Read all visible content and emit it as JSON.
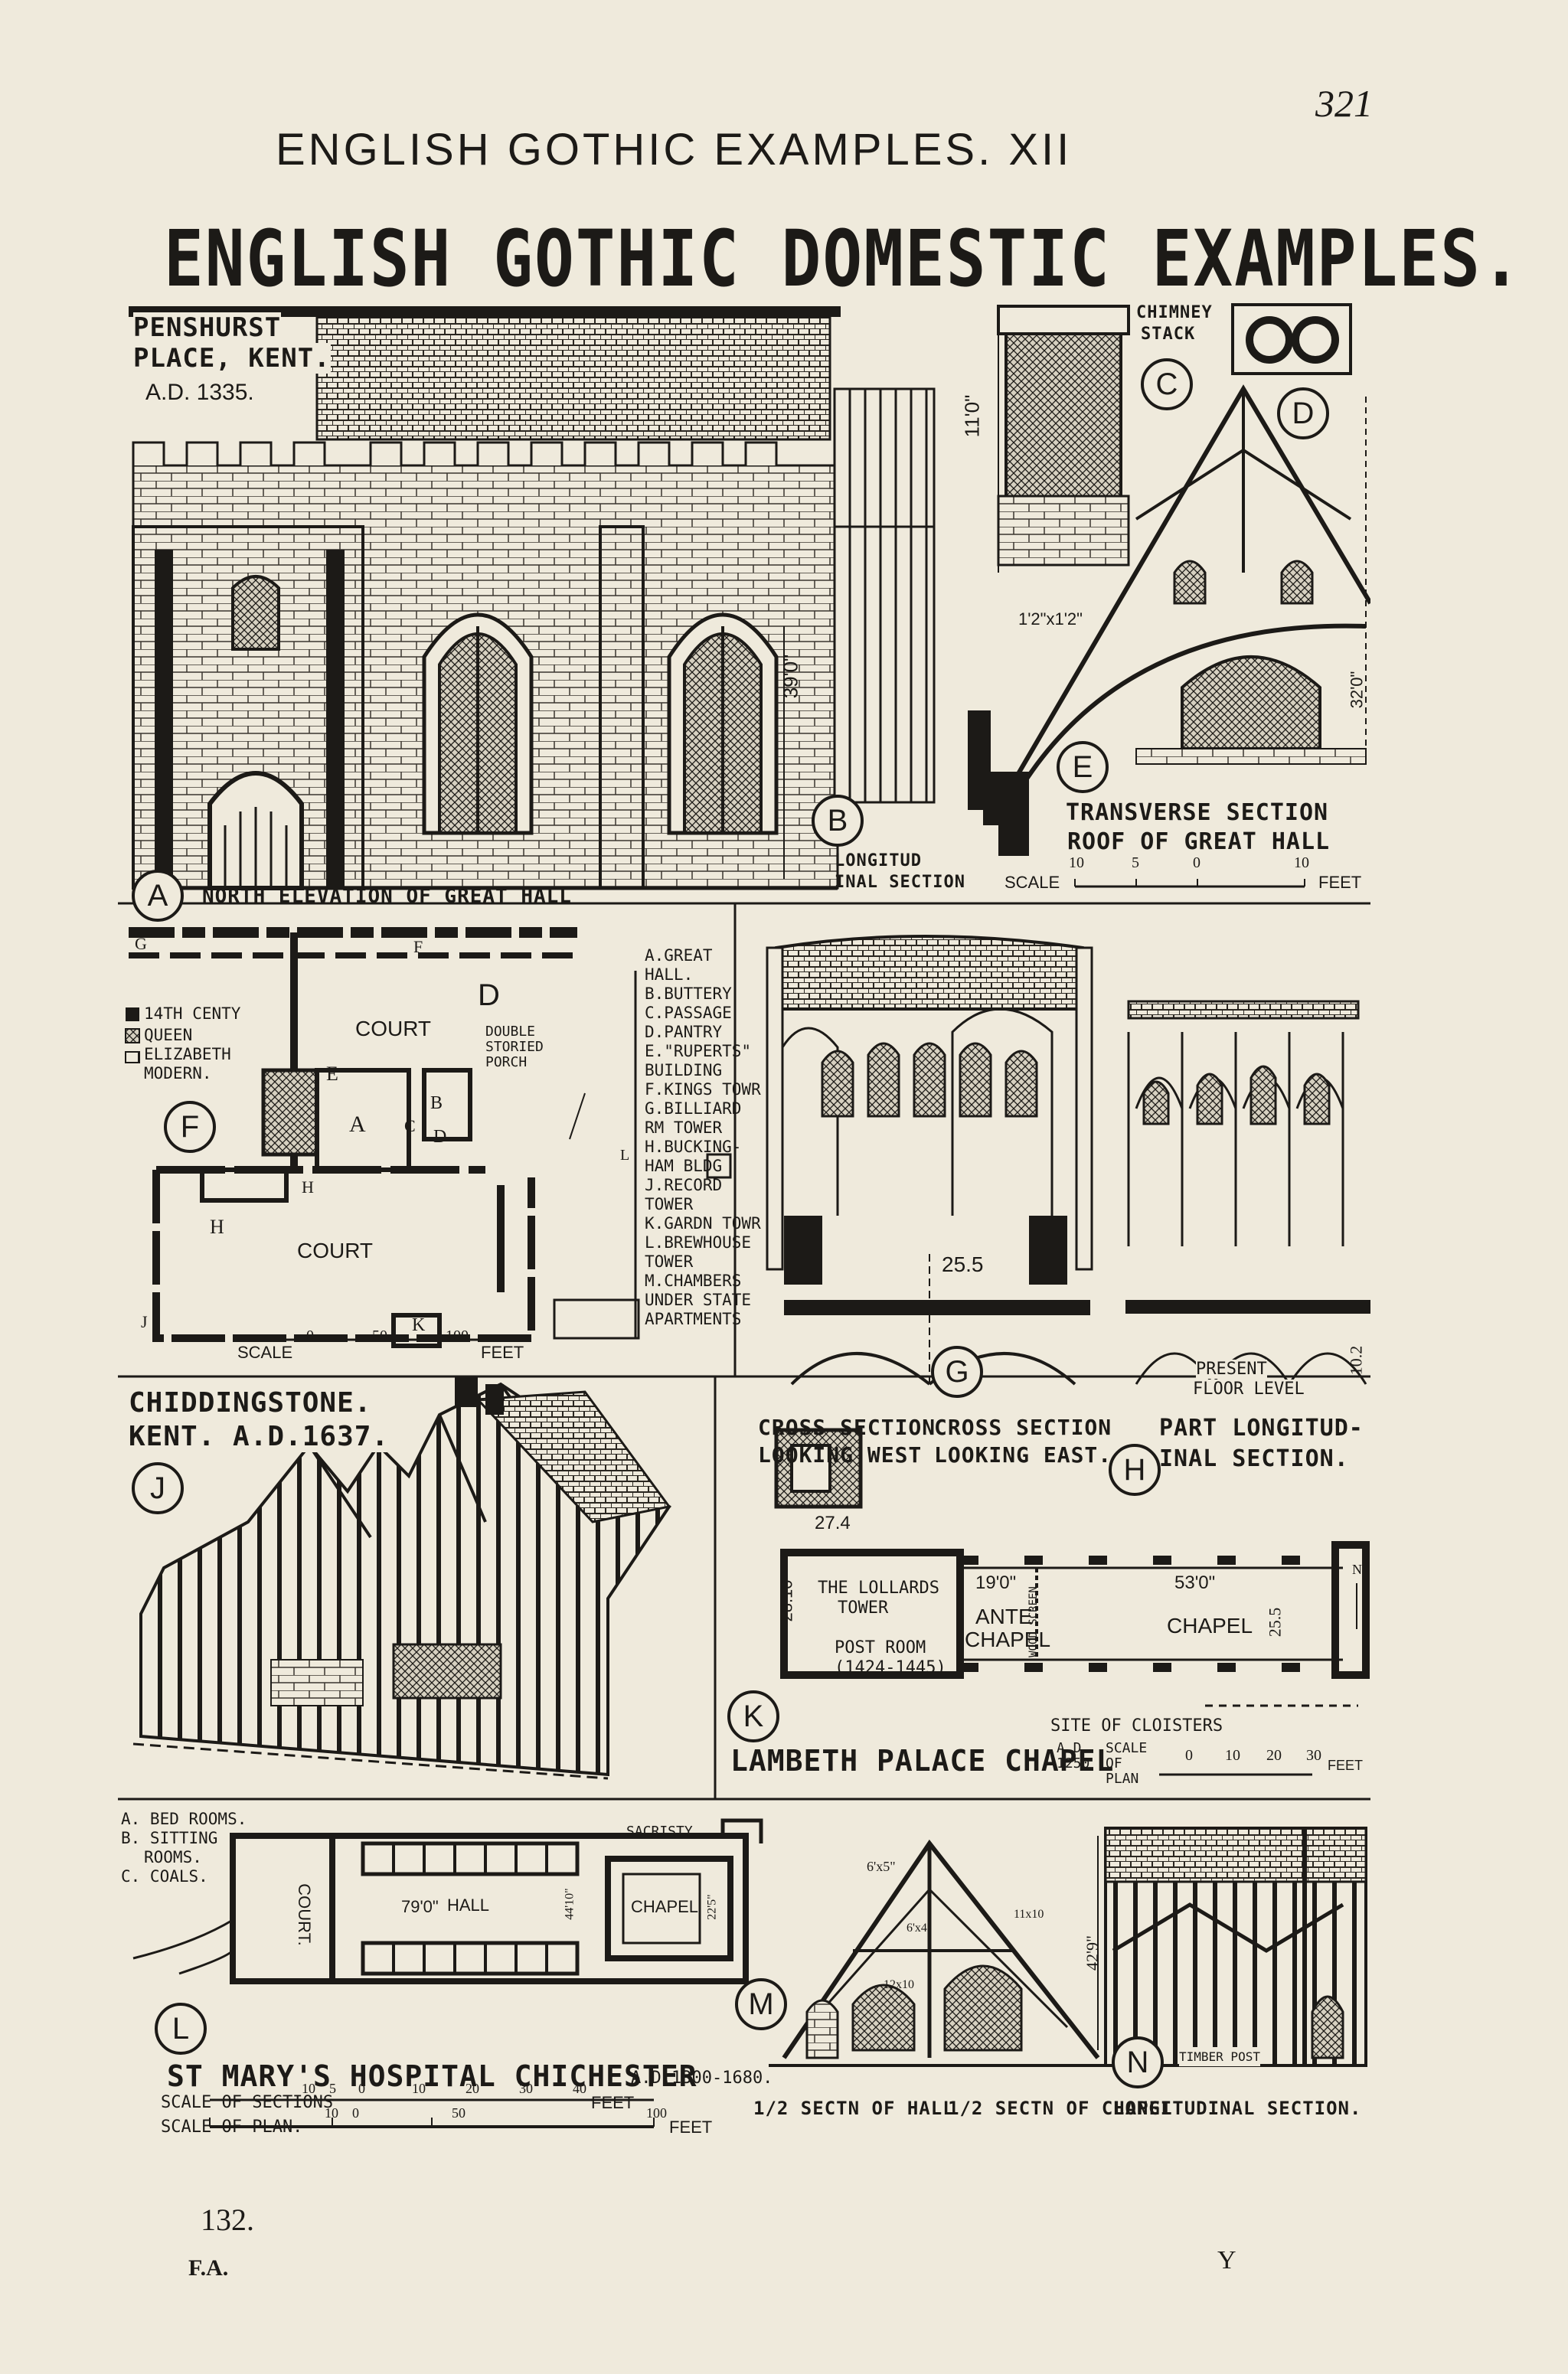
{
  "page": {
    "running_head": "ENGLISH GOTHIC EXAMPLES. XII",
    "page_mark": "321",
    "title": "ENGLISH GOTHIC DOMESTIC EXAMPLES.",
    "folio": "132.",
    "signature_left": "F.A.",
    "signature_right": "Y"
  },
  "colors": {
    "paper": "#efeadc",
    "ink": "#1c1a17"
  },
  "penshurst": {
    "title_1": "PENSHURST",
    "title_2": "PLACE, KENT.",
    "date": "A.D. 1335.",
    "A_letter": "A",
    "A_caption": "NORTH ELEVATION OF GREAT HALL",
    "height_dim": "39'0\"",
    "B_letter": "B",
    "B_caption_1": "LONGITUD",
    "B_caption_2": "INAL SECTION",
    "C_letter": "C",
    "C_caption_1": "CHIMNEY",
    "C_caption_2": "STACK",
    "chimney_height": "11'0\"",
    "flue_size": "1'2\"x1'2\"",
    "D_letter": "D",
    "E_letter": "E",
    "E_caption_1": "TRANSVERSE SECTION",
    "E_caption_2": "ROOF OF GREAT HALL",
    "roof_height": "32'0\"",
    "scale_label": "SCALE",
    "scale_ticks": [
      "10",
      "5",
      "0",
      "10"
    ],
    "scale_unit": "FEET"
  },
  "plan_F": {
    "letter": "F",
    "d_label": "D",
    "court_1": "COURT",
    "court_2": "COURT",
    "porch": "DOUBLE STORIED PORCH",
    "letters": [
      "G",
      "F",
      "E",
      "A",
      "B",
      "C",
      "D",
      "H",
      "H",
      "J",
      "K",
      "L"
    ],
    "key_legend": [
      {
        "swatch": "solid",
        "label": "14TH CENTY"
      },
      {
        "swatch": "hatch",
        "label": "QUEEN ELIZABETH"
      },
      {
        "swatch": "dash",
        "label": "MODERN."
      }
    ],
    "room_key": [
      "A.GREAT",
      "HALL.",
      "B.BUTTERY",
      "C.PASSAGE",
      "D.PANTRY",
      "E.\"RUPERTS\"",
      "BUILDING",
      "F.KINGS TOWR",
      "G.BILLIARD",
      "RM TOWER",
      "H.BUCKING-",
      "HAM BLDG",
      "J.RECORD",
      "TOWER",
      "K.GARDN TOWR",
      "L.BREWHOUSE",
      "TOWER",
      "M.CHAMBERS",
      "UNDER STATE",
      "APARTMENTS"
    ],
    "scale_label": "SCALE",
    "scale_ticks": [
      "0",
      "50",
      "100"
    ],
    "scale_unit": "FEET"
  },
  "lambeth_sections": {
    "span_dim": "25.5",
    "G_letter": "G",
    "H_letter": "H",
    "cross_west_1": "CROSS SECTION",
    "cross_west_2": "LOOKING WEST",
    "cross_east_1": "CROSS SECTION",
    "cross_east_2": "LOOKING EAST.",
    "part_long_1": "PART LONGITUD-",
    "part_long_2": "INAL SECTION.",
    "floor_note_1": "PRESENT",
    "floor_note_2": "FLOOR LEVEL",
    "floor_dim": "10.2"
  },
  "chiddingstone": {
    "title_1": "CHIDDINGSTONE.",
    "title_2": "KENT. A.D.1637.",
    "letter": "J"
  },
  "lambeth_plan": {
    "letter": "K",
    "tower_1": "THE LOLLARDS",
    "tower_2": "TOWER",
    "post_1": "POST ROOM",
    "post_2": "(1424-1445)",
    "ante_1": "ANTE",
    "ante_2": "CHAPEL",
    "chapel": "CHAPEL",
    "screen": "WOOD SCREEN",
    "dim_tower": "27.4",
    "dim_tower_d": "28.10",
    "dim_ante": "19'0\"",
    "dim_chapel": "53'0\"",
    "dim_width": "25.5",
    "cloisters": "SITE OF CLOISTERS",
    "north": "N",
    "title": "LAMBETH PALACE CHAPEL",
    "date": "A.D. 1250",
    "scale_label": "SCALE OF PLAN",
    "scale_ticks": [
      "0",
      "10",
      "20",
      "30"
    ],
    "scale_unit": "FEET"
  },
  "st_marys": {
    "key": [
      "A. BED ROOMS.",
      "B. SITTING",
      "ROOMS.",
      "C. COALS."
    ],
    "court": "COURT.",
    "hall": "HALL",
    "hall_len": "79'0\"",
    "hall_w": "44'10\"",
    "chapel": "CHAPEL",
    "chapel_w": "22'5\"",
    "sacristy": "SACRISTY",
    "L_letter": "L",
    "M_letter": "M",
    "N_letter": "N",
    "title": "ST MARY'S HOSPITAL CHICHESTER",
    "date": "A.D.1300-1680.",
    "scale_sections": "SCALE OF SECTIONS",
    "scale_sections_ticks": [
      "10",
      "5",
      "0",
      "10",
      "20",
      "30",
      "40"
    ],
    "scale_plan": "SCALE OF PLAN.",
    "scale_plan_ticks": [
      "10",
      "0",
      "50",
      "100"
    ],
    "scale_unit": "FEET",
    "timber_1": "6'x5\"",
    "timber_2": "6'x4\"",
    "timber_3": "11x10",
    "timber_4": "12x10",
    "long_height": "42'9\"",
    "timber_post": "TIMBER POST",
    "half_hall": "1/2 SECTN OF HALL",
    "half_chapel": "1/2 SECTN OF CHAPEL",
    "long_section": "LONGITUDINAL SECTION."
  }
}
